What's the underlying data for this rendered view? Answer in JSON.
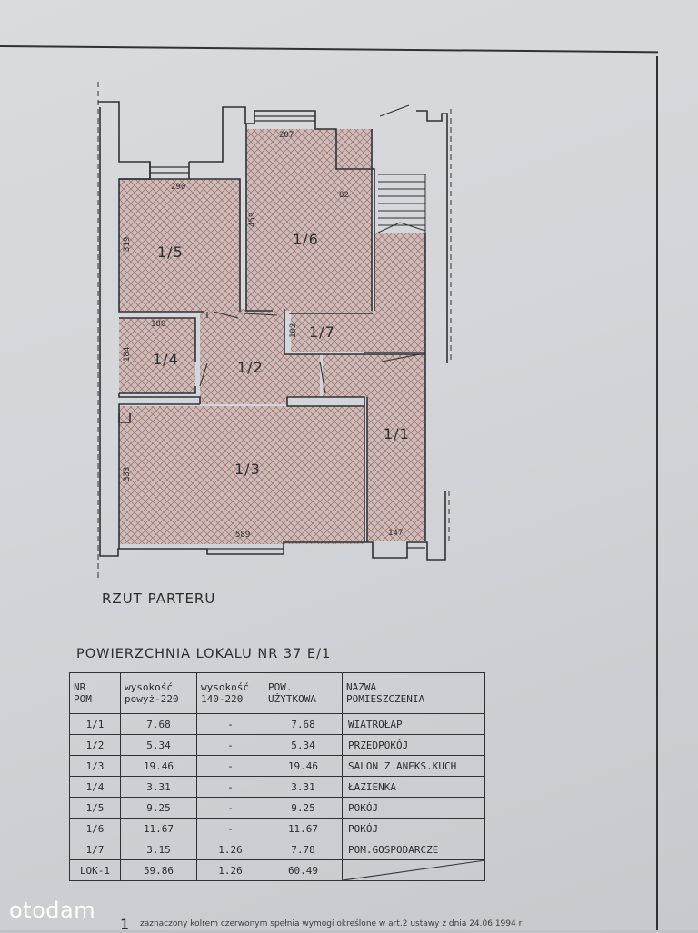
{
  "plan": {
    "title": "RZUT PARTERU",
    "rooms": [
      {
        "id": "1/1",
        "label": "1/1"
      },
      {
        "id": "1/2",
        "label": "1/2"
      },
      {
        "id": "1/3",
        "label": "1/3"
      },
      {
        "id": "1/4",
        "label": "1/4"
      },
      {
        "id": "1/5",
        "label": "1/5"
      },
      {
        "id": "1/6",
        "label": "1/6"
      },
      {
        "id": "1/7",
        "label": "1/7"
      }
    ],
    "dimensions": {
      "d207": "207",
      "d290": "290",
      "d459": "459",
      "d319": "319",
      "d82": "82",
      "d180": "180",
      "d184": "184",
      "d102": "102",
      "d333": "333",
      "d589": "589",
      "d147": "147"
    }
  },
  "table": {
    "title": "POWIERZCHNIA LOKALU NR 37 E/1",
    "headers": {
      "nr_line1": "NR",
      "nr_line2": "POM",
      "h220_line1": "wysokość",
      "h220_line2": "powyż-220",
      "h140_line1": "wysokość",
      "h140_line2": "140-220",
      "pow_line1": "POW.",
      "pow_line2": "UŻYTKOWA",
      "name_line1": "NAZWA",
      "name_line2": "POMIESZCZENIA"
    },
    "rows": [
      {
        "nr": "1/1",
        "h220": "7.68",
        "h140": "-",
        "pow": "7.68",
        "name": "WIATROŁAP"
      },
      {
        "nr": "1/2",
        "h220": "5.34",
        "h140": "-",
        "pow": "5.34",
        "name": "PRZEDPOKÓJ"
      },
      {
        "nr": "1/3",
        "h220": "19.46",
        "h140": "-",
        "pow": "19.46",
        "name": "SALON Z ANEKS.KUCH"
      },
      {
        "nr": "1/4",
        "h220": "3.31",
        "h140": "-",
        "pow": "3.31",
        "name": "ŁAZIENKA"
      },
      {
        "nr": "1/5",
        "h220": "9.25",
        "h140": "-",
        "pow": "9.25",
        "name": "POKÓJ"
      },
      {
        "nr": "1/6",
        "h220": "11.67",
        "h140": "-",
        "pow": "11.67",
        "name": "POKÓJ"
      },
      {
        "nr": "1/7",
        "h220": "3.15",
        "h140": "1.26",
        "pow": "7.78",
        "name": "POM.GOSPODARCZE"
      }
    ],
    "total": {
      "nr": "LOK-1",
      "h220": "59.86",
      "h140": "1.26",
      "pow": "60.49",
      "name": ""
    }
  },
  "footnote": {
    "number": "1",
    "text": "zaznaczony kolrem czerwonym spełnia wymogi określone w art.2 ustawy z dnia 24.06.1994 r"
  },
  "watermark": {
    "text": "otodam"
  },
  "colors": {
    "paper": "#d6d8db",
    "hatch_fill": "#c9b7b4",
    "hatch_line": "#9a6e6a",
    "ink": "#2f3135"
  }
}
